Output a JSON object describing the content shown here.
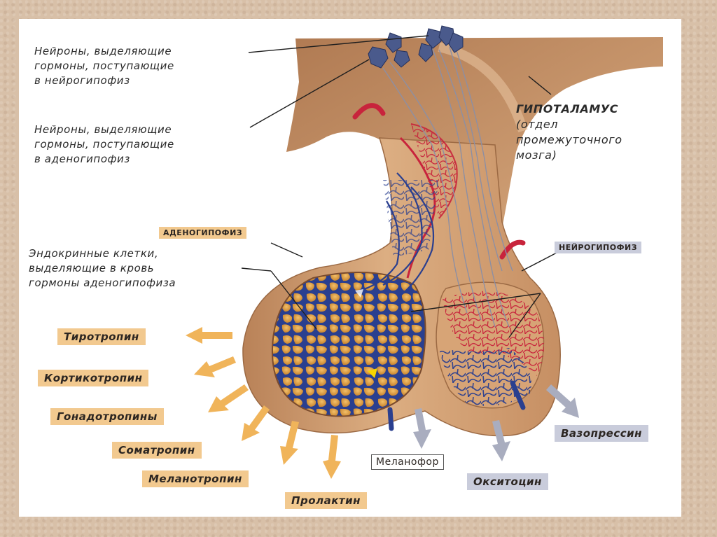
{
  "labels": {
    "neurons_neurohypophysis": [
      "Нейроны, выделяющие",
      "гормоны, поступающие",
      "в нейрогипофиз"
    ],
    "neurons_adenohypophysis": [
      "Нейроны, выделяющие",
      "гормоны, поступающие",
      "в аденогипофиз"
    ],
    "hypothalamus": [
      "ГИПОТАЛАМУС",
      "(отдел",
      "промежуточного",
      "мозга)"
    ],
    "adenohypophysis": "АДЕНОГИПОФИЗ",
    "neurohypophysis": "НЕЙРОГИПОФИЗ",
    "endocrine_cells": [
      "Эндокринные клетки,",
      "выделяющие в кровь",
      "гормоны аденогипофиза"
    ]
  },
  "adeno_hormones": [
    "Тиротропин",
    "Кортикотропин",
    "Гонадотропины",
    "Соматропин",
    "Меланотропин",
    "Пролактин"
  ],
  "neuro_hormones": {
    "melanophore": "Меланофор",
    "vasopressin": "Вазопрессин",
    "oxytocin": "Окситоцин"
  },
  "colors": {
    "orange_box": "#f2c98f",
    "blue_box": "#c9ccdb",
    "orange_arrow": "#f0b45a",
    "grey_arrow": "#a9adbf",
    "tissue": "#d6a77a",
    "artery": "#c8243c",
    "vein": "#2a3f8f"
  }
}
